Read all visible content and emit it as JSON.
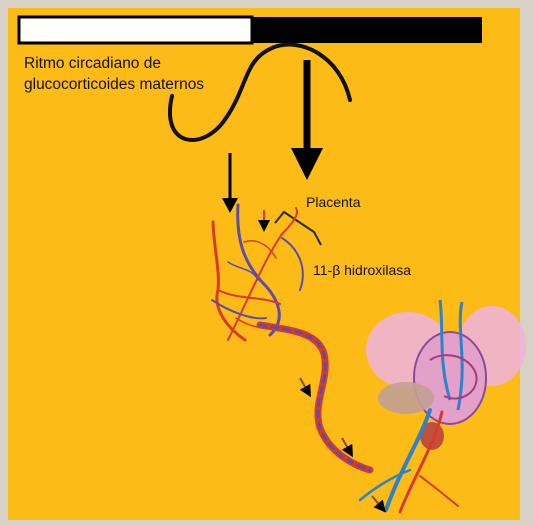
{
  "labels": {
    "rhythm": "Ritmo circadiano de glucocorticoides maternos",
    "placenta": "Placenta",
    "enzyme": "11-β hidroxilasa"
  },
  "colors": {
    "background": "#fdbb18",
    "day_bar": "#ffffff",
    "night_bar": "#000000",
    "arteries": "#d83a2a",
    "veins": "#5a4fa8",
    "heart": "#e3a0c8"
  }
}
